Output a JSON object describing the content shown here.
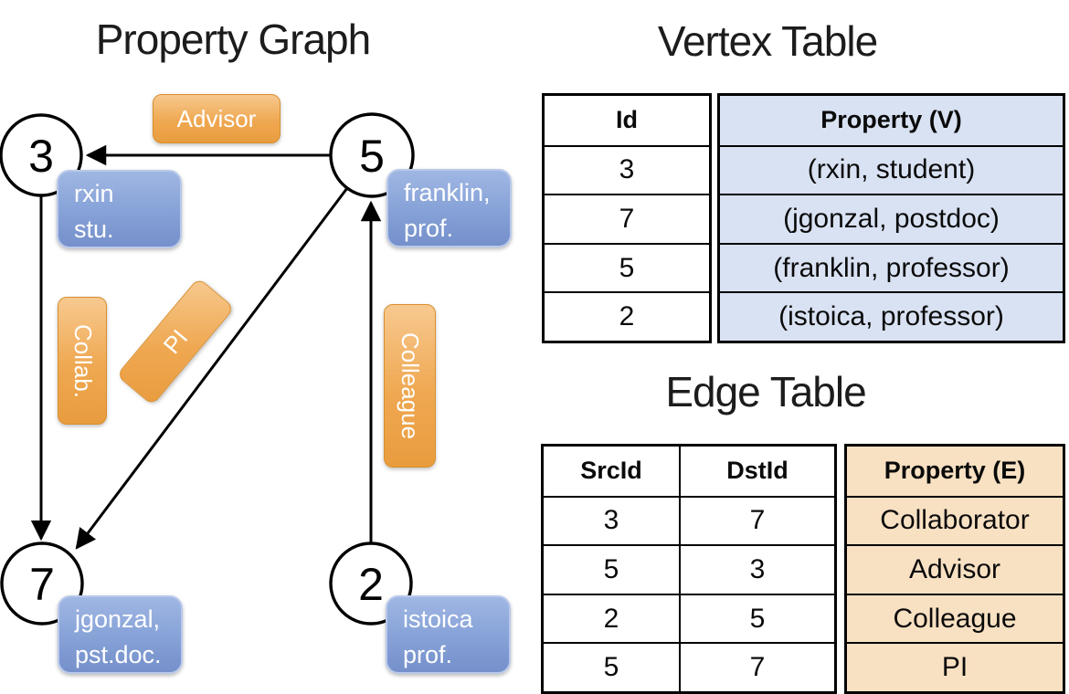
{
  "titles": {
    "property_graph": "Property Graph",
    "vertex_table": "Vertex Table",
    "edge_table": "Edge Table"
  },
  "graph": {
    "nodes": [
      {
        "id": "3",
        "property": [
          "rxin",
          "stu."
        ]
      },
      {
        "id": "5",
        "property": [
          "franklin,",
          "prof."
        ]
      },
      {
        "id": "7",
        "property": [
          "jgonzal,",
          "pst.doc."
        ]
      },
      {
        "id": "2",
        "property": [
          "istoica",
          "prof."
        ]
      }
    ],
    "edge_labels": [
      {
        "label": "Advisor"
      },
      {
        "label": "Collab."
      },
      {
        "label": "PI"
      },
      {
        "label": "Colleague"
      }
    ]
  },
  "vertex_table": {
    "headers": {
      "id": "Id",
      "property": "Property (V)"
    },
    "rows": [
      {
        "id": "3",
        "property": "(rxin, student)"
      },
      {
        "id": "7",
        "property": "(jgonzal, postdoc)"
      },
      {
        "id": "5",
        "property": "(franklin, professor)"
      },
      {
        "id": "2",
        "property": "(istoica, professor)"
      }
    ]
  },
  "edge_table": {
    "headers": {
      "src": "SrcId",
      "dst": "DstId",
      "property": "Property (E)"
    },
    "rows": [
      {
        "src": "3",
        "dst": "7",
        "property": "Collaborator"
      },
      {
        "src": "5",
        "dst": "3",
        "property": "Advisor"
      },
      {
        "src": "2",
        "dst": "5",
        "property": "Colleague"
      },
      {
        "src": "5",
        "dst": "7",
        "property": "PI"
      }
    ]
  },
  "colors": {
    "node_label_fill": "#8aa5d9",
    "edge_label_fill": "#efa851",
    "vertex_property_fill": "#d9e2f2",
    "edge_property_fill": "#f8e0c3",
    "border": "#000000"
  }
}
